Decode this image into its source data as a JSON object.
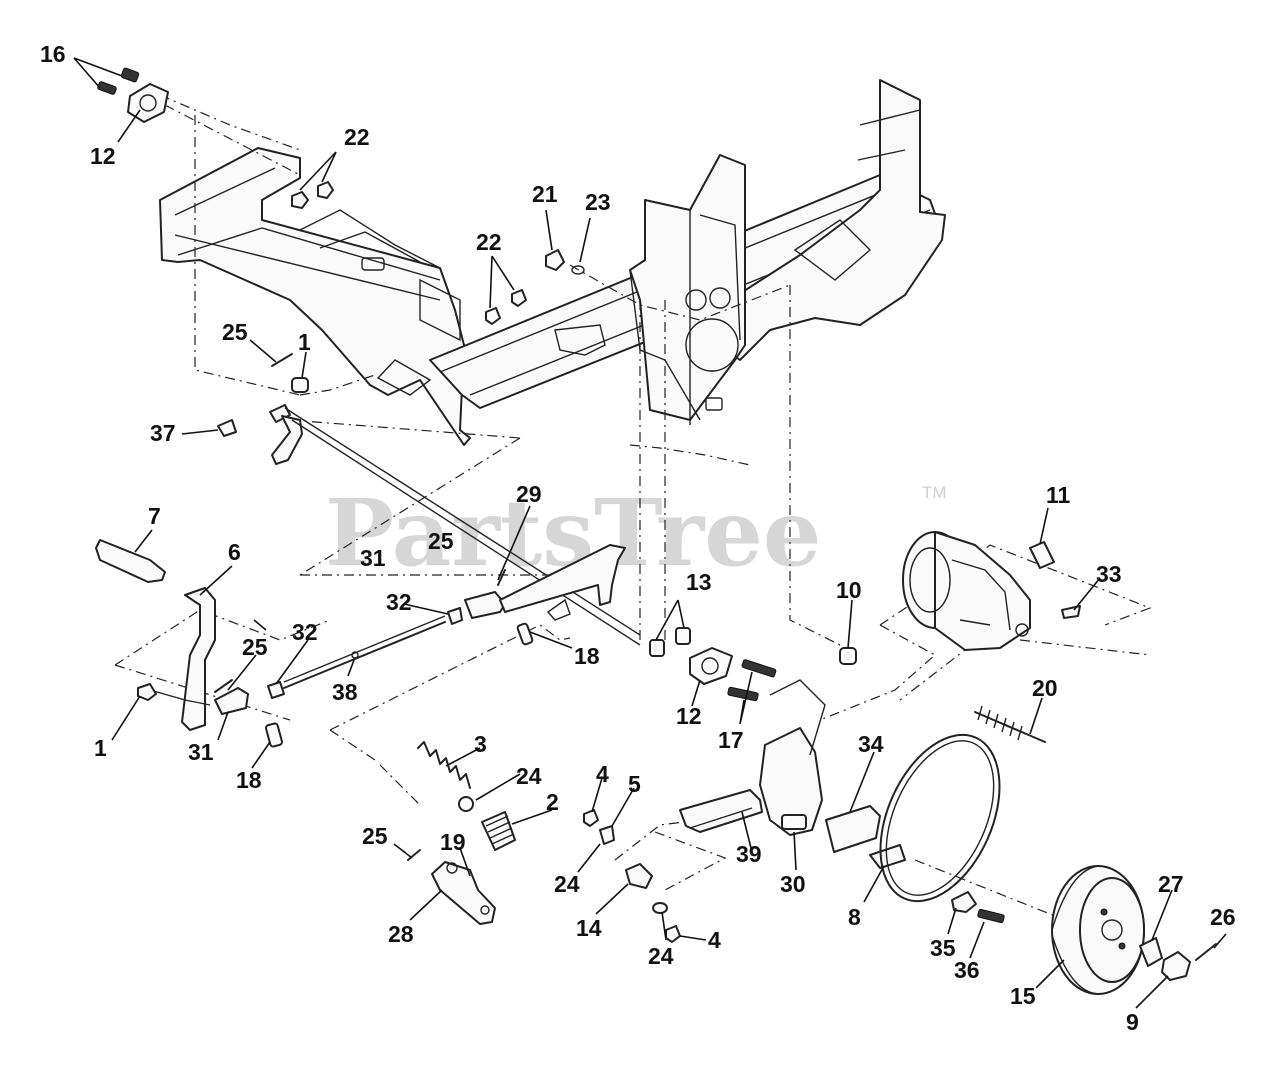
{
  "watermark": {
    "text": "PartsTree",
    "trademark": "TM"
  },
  "callouts": [
    {
      "id": "c16",
      "label": "16"
    },
    {
      "id": "c12a",
      "label": "12"
    },
    {
      "id": "c22a",
      "label": "22"
    },
    {
      "id": "c21",
      "label": "21"
    },
    {
      "id": "c23",
      "label": "23"
    },
    {
      "id": "c22b",
      "label": "22"
    },
    {
      "id": "c25a",
      "label": "25"
    },
    {
      "id": "c1a",
      "label": "1"
    },
    {
      "id": "c37",
      "label": "37"
    },
    {
      "id": "c29",
      "label": "29"
    },
    {
      "id": "c7",
      "label": "7"
    },
    {
      "id": "c6",
      "label": "6"
    },
    {
      "id": "c25b",
      "label": "25"
    },
    {
      "id": "c31a",
      "label": "31"
    },
    {
      "id": "c32a",
      "label": "32"
    },
    {
      "id": "c32b",
      "label": "32"
    },
    {
      "id": "c25c",
      "label": "25"
    },
    {
      "id": "c13",
      "label": "13"
    },
    {
      "id": "c18a",
      "label": "18"
    },
    {
      "id": "c11",
      "label": "11"
    },
    {
      "id": "c33",
      "label": "33"
    },
    {
      "id": "c10",
      "label": "10"
    },
    {
      "id": "c38",
      "label": "38"
    },
    {
      "id": "c12b",
      "label": "12"
    },
    {
      "id": "c17",
      "label": "17"
    },
    {
      "id": "c20",
      "label": "20"
    },
    {
      "id": "c1b",
      "label": "1"
    },
    {
      "id": "c31b",
      "label": "31"
    },
    {
      "id": "c18b",
      "label": "18"
    },
    {
      "id": "c3",
      "label": "3"
    },
    {
      "id": "c24a",
      "label": "24"
    },
    {
      "id": "c4a",
      "label": "4"
    },
    {
      "id": "c5",
      "label": "5"
    },
    {
      "id": "c2",
      "label": "2"
    },
    {
      "id": "c34",
      "label": "34"
    },
    {
      "id": "c25d",
      "label": "25"
    },
    {
      "id": "c19",
      "label": "19"
    },
    {
      "id": "c39",
      "label": "39"
    },
    {
      "id": "c30",
      "label": "30"
    },
    {
      "id": "c24b",
      "label": "24"
    },
    {
      "id": "c8",
      "label": "8"
    },
    {
      "id": "c27",
      "label": "27"
    },
    {
      "id": "c26",
      "label": "26"
    },
    {
      "id": "c28",
      "label": "28"
    },
    {
      "id": "c14",
      "label": "14"
    },
    {
      "id": "c4b",
      "label": "4"
    },
    {
      "id": "c35",
      "label": "35"
    },
    {
      "id": "c24c",
      "label": "24"
    },
    {
      "id": "c36",
      "label": "36"
    },
    {
      "id": "c15",
      "label": "15"
    },
    {
      "id": "c9",
      "label": "9"
    }
  ]
}
